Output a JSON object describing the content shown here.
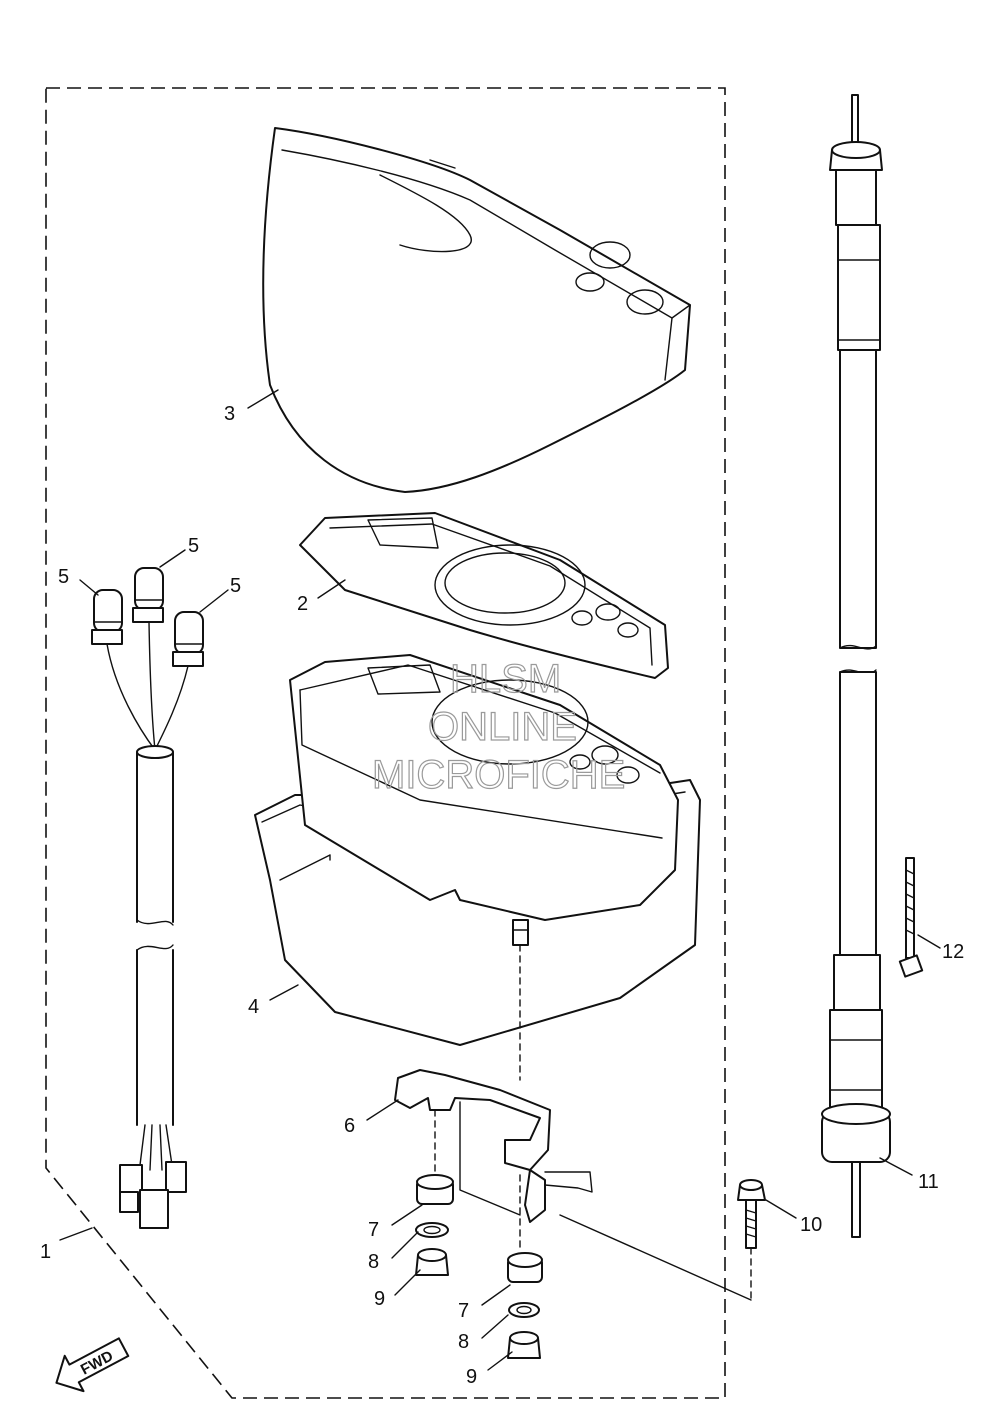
{
  "labels": {
    "p1": "1",
    "p2": "2",
    "p3": "3",
    "p4": "4",
    "p5a": "5",
    "p5b": "5",
    "p5c": "5",
    "p6": "6",
    "p7a": "7",
    "p7b": "7",
    "p8a": "8",
    "p8b": "8",
    "p9a": "9",
    "p9b": "9",
    "p10": "10",
    "p11": "11",
    "p12": "12"
  },
  "direction": "FWD",
  "watermark": {
    "line1": "HLSM",
    "line2": "ONLINE",
    "line3": "MICROFICHE"
  }
}
